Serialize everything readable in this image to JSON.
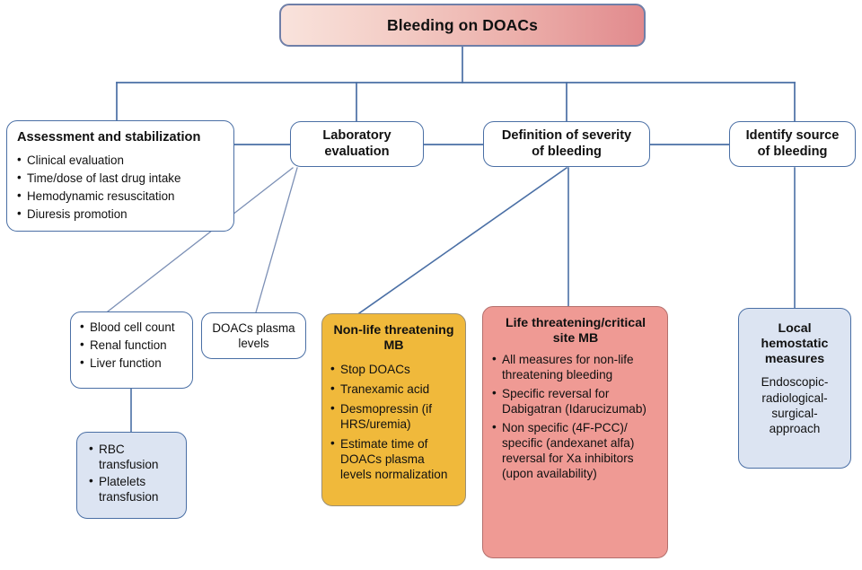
{
  "diagram": {
    "title": "Bleeding on DOACs",
    "colors": {
      "connector": "#4a6fa5",
      "box_border_blue": "#4a6fa5",
      "root_gradient_start": "#f9e3dc",
      "root_gradient_end": "#e18a8d",
      "orange_fill": "#f0b93b",
      "orange_border": "#9b8f74",
      "red_fill": "#ef9a94",
      "red_border": "#b4706d",
      "light_blue_fill": "#dce4f2"
    },
    "nodes": {
      "root": {
        "title": "Bleeding on DOACs"
      },
      "assessment": {
        "title": "Assessment and stabilization",
        "items": [
          "Clinical evaluation",
          "Time/dose of last drug intake",
          "Hemodynamic resuscitation",
          "Diuresis promotion"
        ]
      },
      "laboratory": {
        "title_line1": "Laboratory",
        "title_line2": "evaluation"
      },
      "severity": {
        "title_line1": "Definition of severity",
        "title_line2": "of bleeding"
      },
      "identify": {
        "title_line1": "Identify source",
        "title_line2": "of bleeding"
      },
      "labs_list": {
        "items": [
          "Blood cell count",
          "Renal function",
          "Liver function"
        ]
      },
      "plasma_levels": {
        "line1": "DOACs plasma",
        "line2": "levels"
      },
      "transfusion": {
        "items": [
          "RBC transfusion",
          "Platelets transfusion"
        ]
      },
      "non_life_threatening": {
        "title_line1": "Non-life threatening",
        "title_line2": "MB",
        "items": [
          "Stop DOACs",
          "Tranexamic acid",
          "Desmopressin (if HRS/uremia)",
          "Estimate time of DOACs plasma levels normalization"
        ]
      },
      "life_threatening": {
        "title_line1": "Life threatening/critical",
        "title_line2": "site MB",
        "items": [
          "All measures for non-life threatening bleeding",
          "Specific reversal for Dabigatran (Idarucizumab)",
          "Non specific (4F-PCC)/ specific (andexanet alfa) reversal for Xa inhibitors (upon availability)"
        ]
      },
      "local_hemostatic": {
        "title_line1": "Local",
        "title_line2": "hemostatic",
        "title_line3": "measures",
        "body_line1": "Endoscopic-",
        "body_line2": "radiological-",
        "body_line3": "surgical-",
        "body_line4": "approach"
      }
    }
  }
}
